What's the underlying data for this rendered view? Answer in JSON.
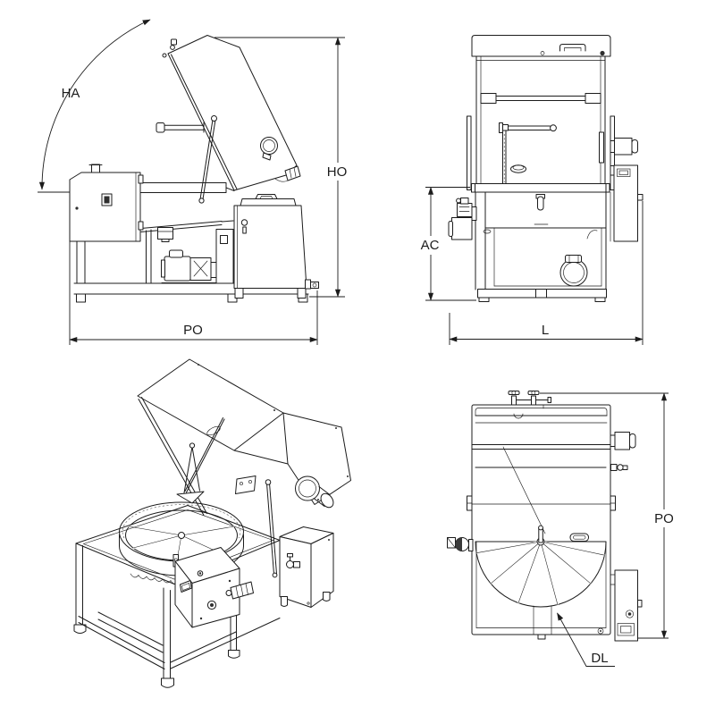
{
  "theme": {
    "bg": "#ffffff",
    "line": "#1c1c1c"
  },
  "drawing": {
    "type": "technical-drawing",
    "subject": "rotary-basket parts washer, four orthographic/isometric views",
    "views": {
      "side": {
        "dims": {
          "ha": "HA",
          "ho": "HO",
          "po": "PO"
        }
      },
      "front": {
        "dims": {
          "ac": "AC",
          "l": "L"
        }
      },
      "top": {
        "dims": {
          "po": "PO",
          "dl": "DL"
        }
      },
      "iso": {
        "dims": {}
      }
    }
  }
}
